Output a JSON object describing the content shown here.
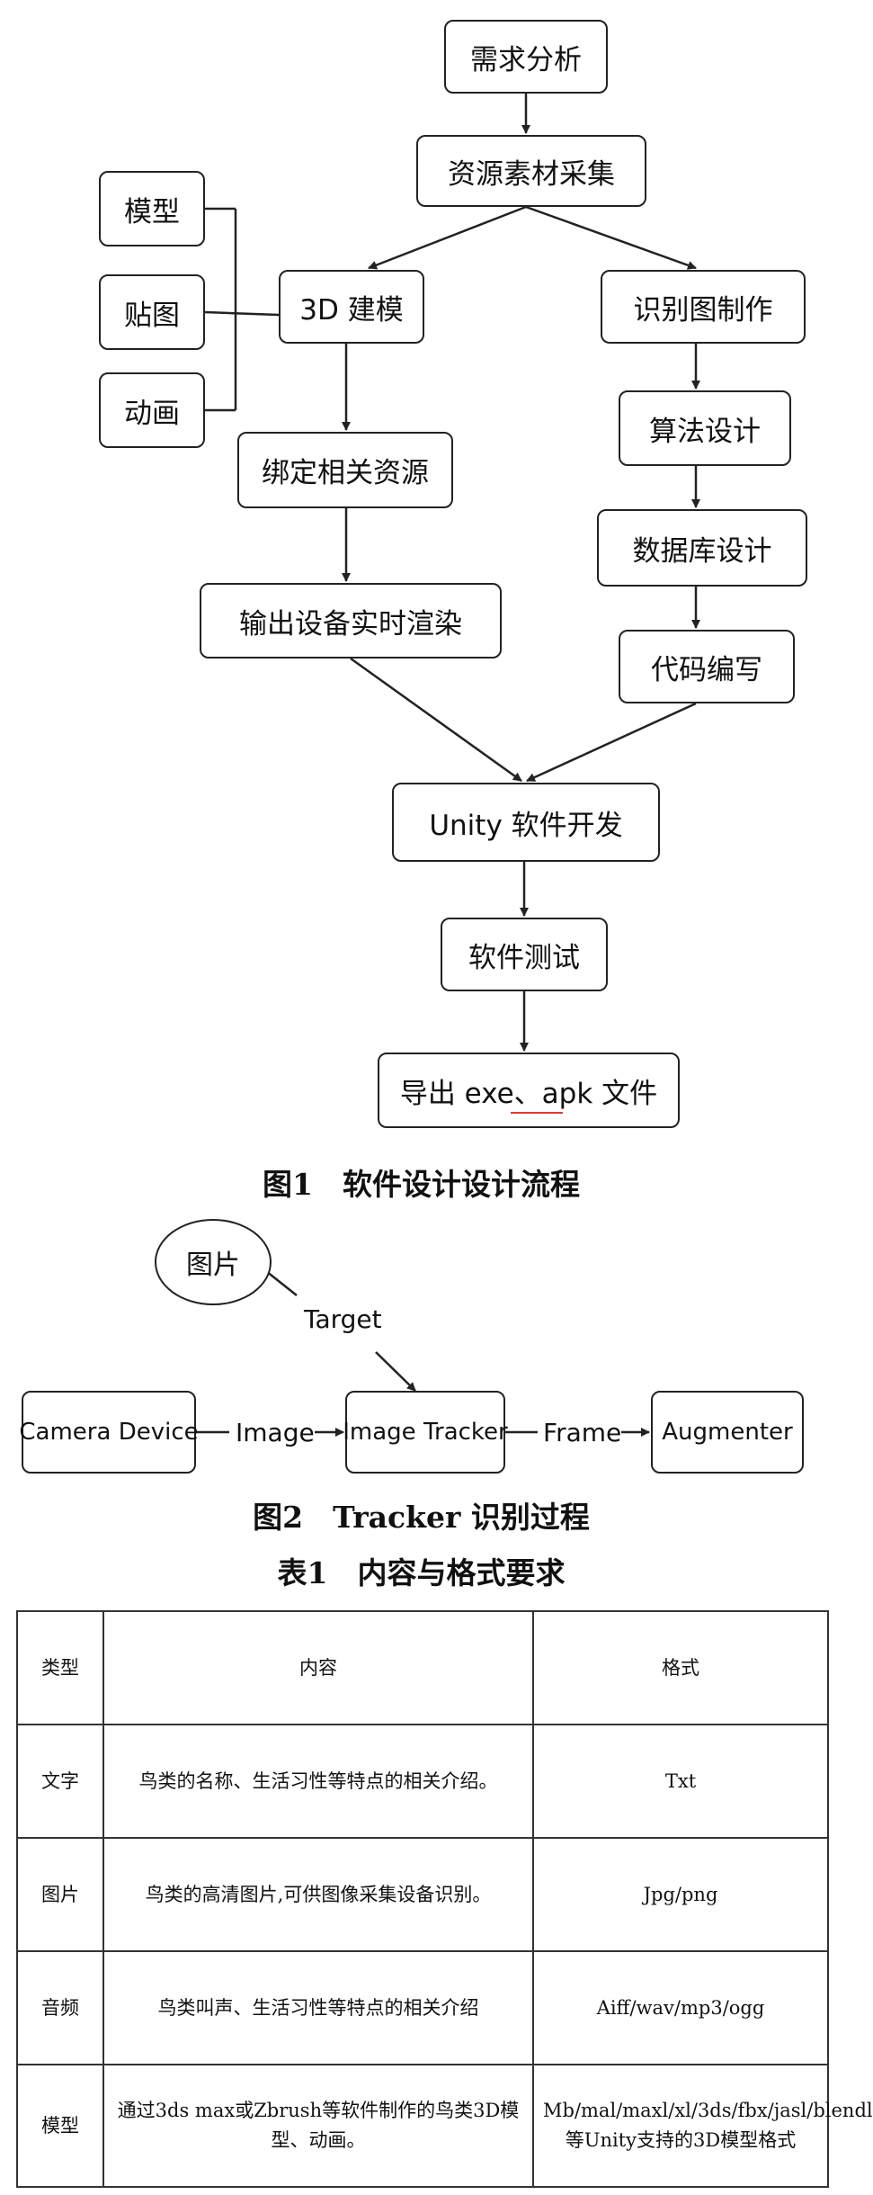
{
  "figure1": {
    "nodes": {
      "demand_analysis": "需求分析",
      "resource_collection": "资源素材采集",
      "model": "模型",
      "texture": "贴图",
      "animation": "动画",
      "modeling_3d": "3D 建模",
      "bind_resources": "绑定相关资源",
      "device_render": "输出设备实时渲染",
      "marker_making": "识别图制作",
      "algorithm_design": "算法设计",
      "database_design": "数据库设计",
      "code_writing": "代码编写",
      "unity_dev": "Unity 软件开发",
      "software_test": "软件测试",
      "export_files": "导出 exe、apk 文件"
    },
    "caption": "图1　软件设计设计流程"
  },
  "figure2": {
    "picture": "图片",
    "target": "Target",
    "camera_device": "Camera Device",
    "image_label": "Image",
    "image_tracker": "Image Tracker",
    "frame_label": "Frame",
    "augmenter": "Augmenter",
    "caption": "图2　Tracker 识别过程"
  },
  "table1": {
    "title": "表1　内容与格式要求",
    "headers": [
      "类型",
      "内容",
      "格式"
    ],
    "rows": [
      [
        "文字",
        "鸟类的名称、生活习性等特点的相关介绍。",
        "Txt"
      ],
      [
        "图片",
        "鸟类的高清图片,可供图像采集设备识别。",
        "Jpg/png"
      ],
      [
        "音频",
        "鸟类叫声、生活习性等特点的相关介绍",
        "Aiff/wav/mp3/ogg"
      ],
      [
        "模型",
        "通过3ds max或Zbrush等软件制作的鸟类3D模型、动画。",
        "Mb/mal/maxl/xl/3ds/fbx/jasl/blendl等Unity支持的3D模型格式"
      ]
    ]
  }
}
